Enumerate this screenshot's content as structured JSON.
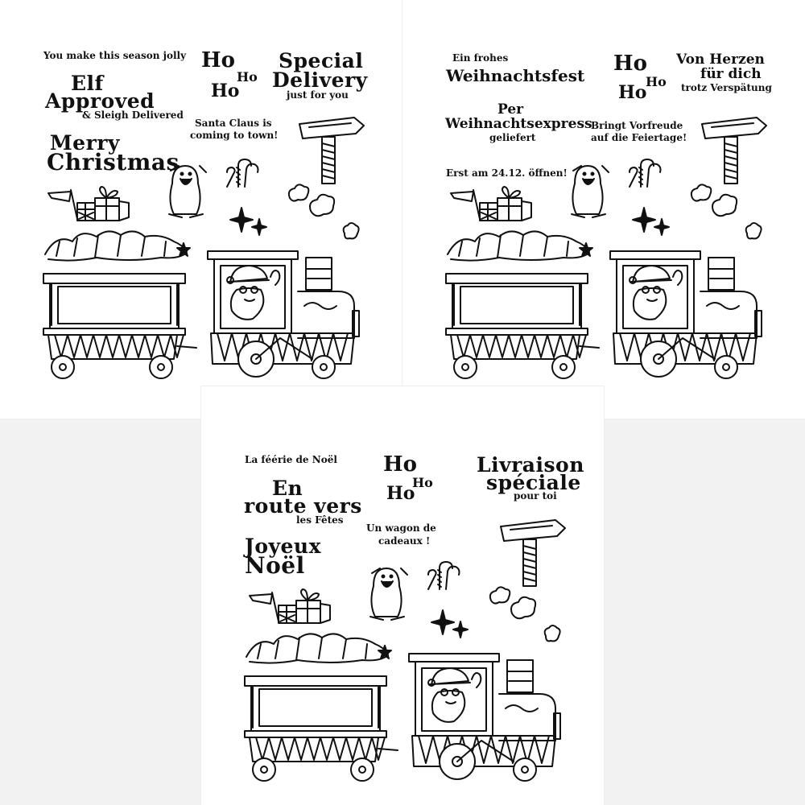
{
  "sheets": {
    "en": {
      "line1": "You make this season jolly",
      "elf1": "Elf",
      "elf2": "Approved",
      "elf3": "& Sleigh Delivered",
      "merry1": "Merry",
      "merry2": "Christmas",
      "ho1": "Ho",
      "ho2": "Ho",
      "ho3": "Ho",
      "special1": "Special",
      "special2": "Delivery",
      "special3": "just for you",
      "santa1": "Santa Claus is",
      "santa2": "coming to town!"
    },
    "de": {
      "line1": "Ein frohes",
      "line2": "Weihnachtsfest",
      "ho1": "Ho",
      "ho2": "Ho",
      "ho3": "Ho",
      "herz1": "Von Herzen",
      "herz2": "für dich",
      "herz3": "trotz Verspätung",
      "per1": "Per",
      "per2": "Weihnachtsexpress",
      "per3": "geliefert",
      "bringt1": "Bringt Vorfreude",
      "bringt2": "auf die Feiertage!",
      "erst": "Erst am 24.12. öffnen!"
    },
    "fr": {
      "line1": "La féérie de Noël",
      "route1": "En",
      "route2": "route vers",
      "route3": "les Fêtes",
      "joyeux1": "Joyeux",
      "joyeux2": "Noël",
      "ho1": "Ho",
      "ho2": "Ho",
      "ho3": "Ho",
      "wagon1": "Un wagon de",
      "wagon2": "cadeaux !",
      "livr1": "Livraison",
      "livr2": "spéciale",
      "livr3": "pour toi"
    }
  },
  "stamp_art": [
    "signpost",
    "candy-canes",
    "penguin",
    "flag-and-gifts",
    "sparkles",
    "steam-clouds",
    "wagon-with-christmas-tree",
    "locomotive-with-santa"
  ]
}
